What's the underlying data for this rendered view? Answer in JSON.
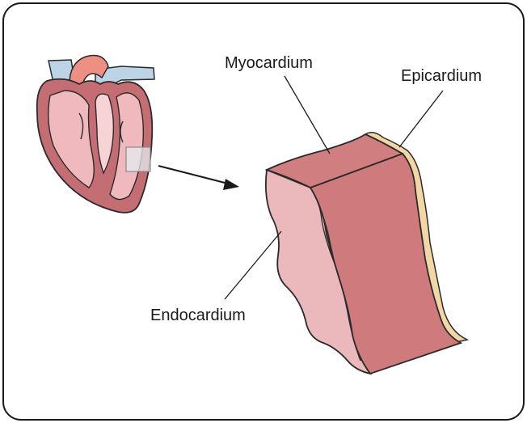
{
  "labels": {
    "myocardium": "Myocardium",
    "epicardium": "Epicardium",
    "endocardium": "Endocardium"
  },
  "colors": {
    "frame": "#1a1a1a",
    "heart_wall": "#c46e73",
    "heart_chamber": "#f0b9bd",
    "heart_chamber_light": "#f7d3d5",
    "aorta": "#ee8f83",
    "vessel_blue": "#bcd4e6",
    "myocardium_face": "#cf7b7e",
    "myocardium_top": "#d17e80",
    "endocardium_face": "#ebb9bb",
    "epicardium_layer": "#f1d7a5",
    "inset_box": "#e6ecf2"
  }
}
